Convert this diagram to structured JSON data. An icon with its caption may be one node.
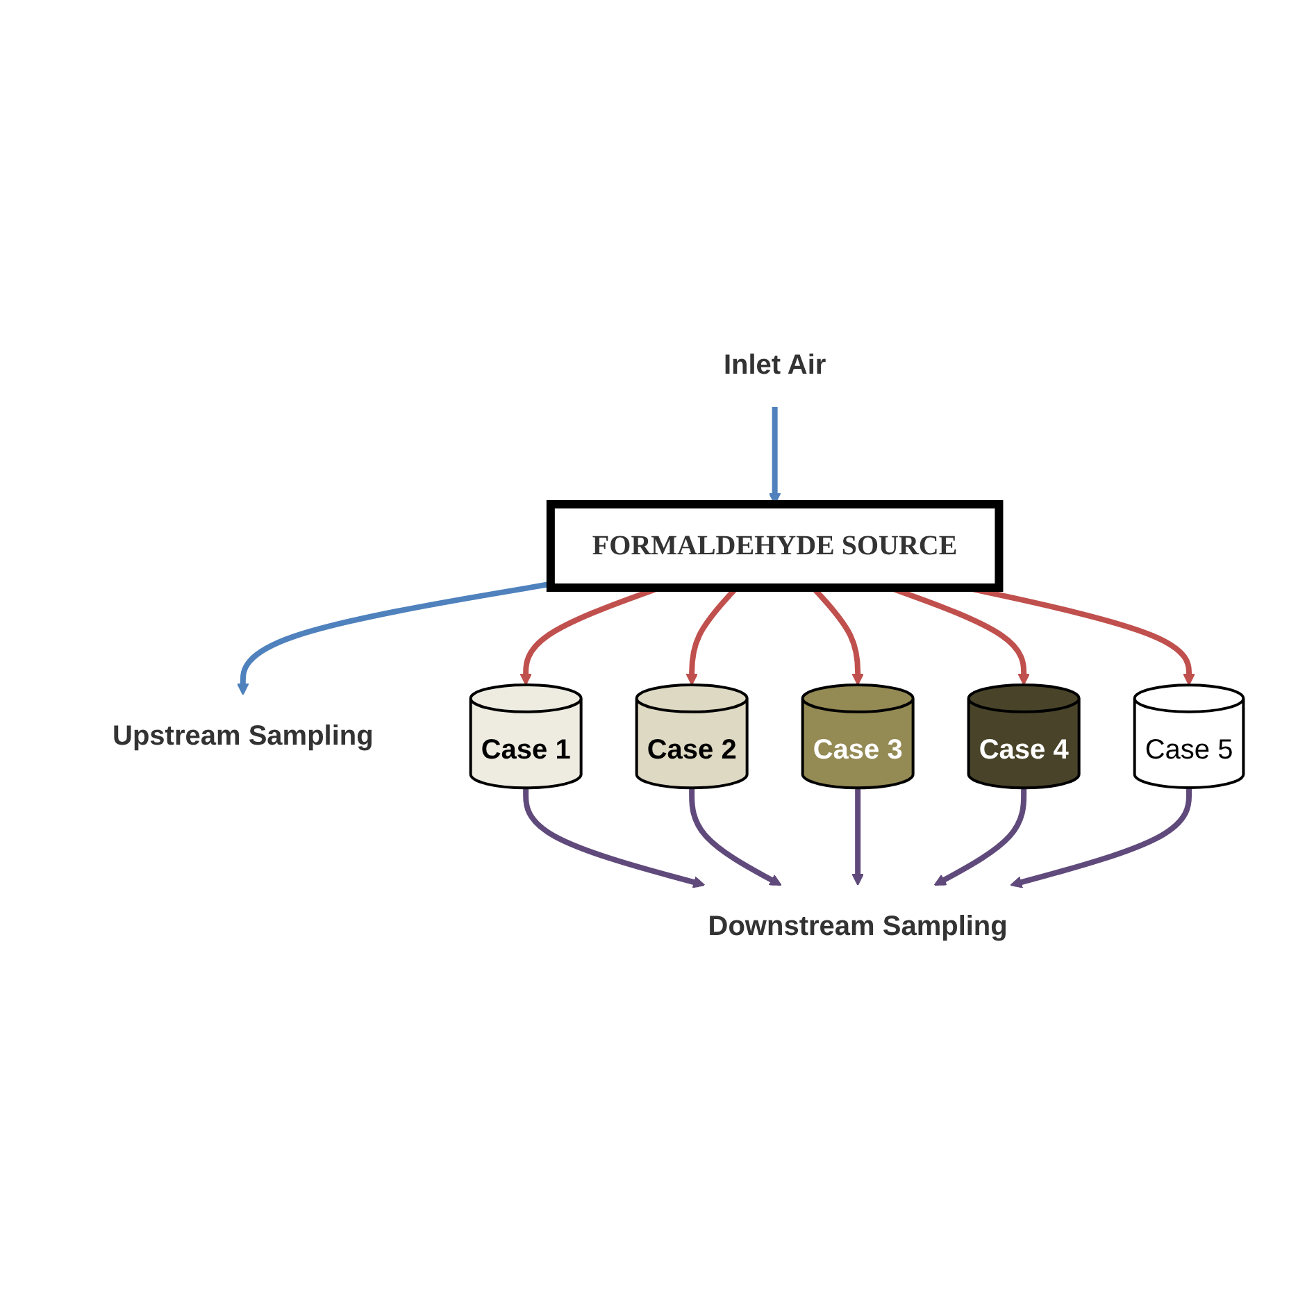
{
  "diagram": {
    "nodes": [
      {
        "text": [
          "Inlet Air"
        ]
      },
      {
        "text": [
          "FORMALDEHYDE SOURCE"
        ]
      },
      {
        "text": [
          "Upstream Sampling"
        ]
      },
      {
        "text": [
          "Case 1"
        ]
      },
      {
        "text": [
          "Case 2"
        ]
      },
      {
        "text": [
          "Case 3"
        ]
      },
      {
        "text": [
          "Case 4"
        ]
      },
      {
        "text": [
          "Case 5"
        ]
      },
      {
        "text": [
          "Downstream Sampling"
        ]
      }
    ],
    "edges": [
      {
        "from": 0,
        "to": 1,
        "arrow": "to",
        "color": "#4f81bd"
      },
      {
        "from": 1,
        "to": 2,
        "arrow": "to",
        "color": "#4f81bd"
      },
      {
        "from": 1,
        "to": 3,
        "arrow": "to",
        "color": "#c0504d"
      },
      {
        "from": 1,
        "to": 4,
        "arrow": "to",
        "color": "#c0504d"
      },
      {
        "from": 1,
        "to": 5,
        "arrow": "to",
        "color": "#c0504d"
      },
      {
        "from": 1,
        "to": 6,
        "arrow": "to",
        "color": "#c0504d"
      },
      {
        "from": 1,
        "to": 7,
        "arrow": "to",
        "color": "#c0504d"
      },
      {
        "from": 3,
        "to": 8,
        "arrow": "to",
        "color": "#604a7b"
      },
      {
        "from": 4,
        "to": 8,
        "arrow": "to",
        "color": "#604a7b"
      },
      {
        "from": 5,
        "to": 8,
        "arrow": "to",
        "color": "#604a7b"
      },
      {
        "from": 6,
        "to": 8,
        "arrow": "to",
        "color": "#604a7b"
      },
      {
        "from": 7,
        "to": 8,
        "arrow": "to",
        "color": "#604a7b"
      }
    ]
  }
}
